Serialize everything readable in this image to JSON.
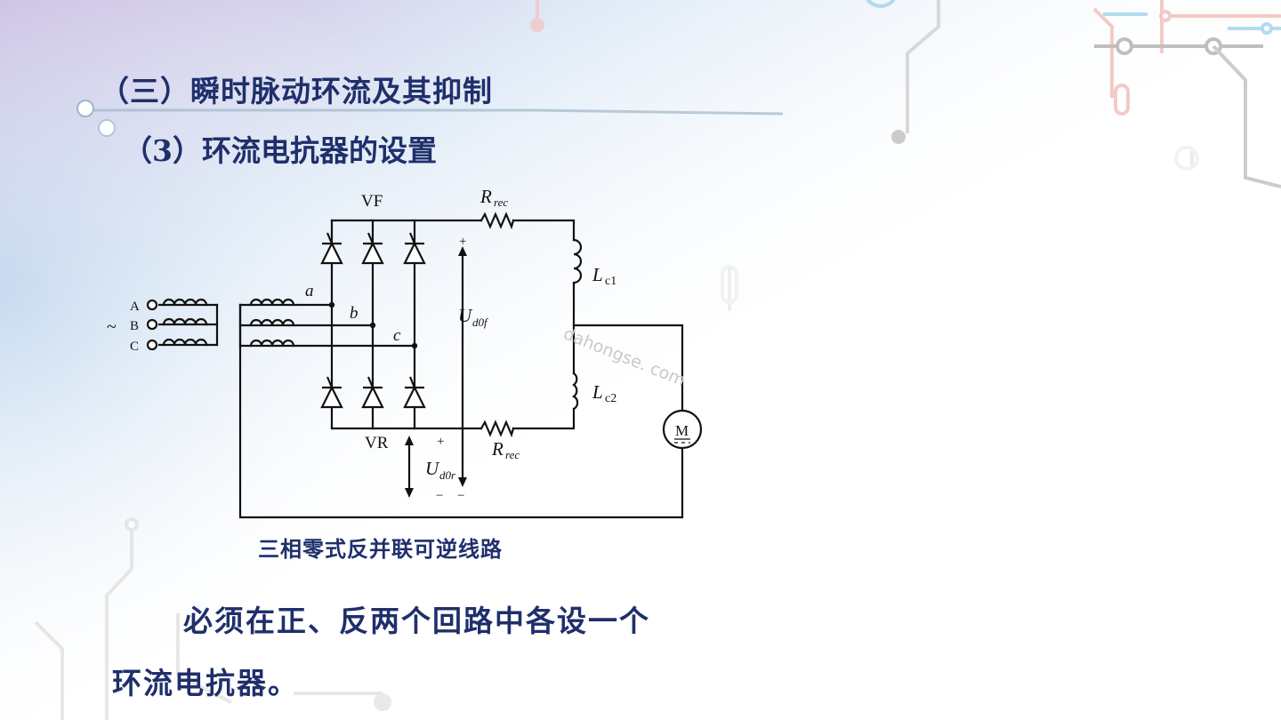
{
  "slide": {
    "title": "（三）瞬时脉动环流及其抑制",
    "subtitle": "（3）环流电抗器的设置",
    "caption": "三相零式反并联可逆线路",
    "body_line1": "必须在正、反两个回路中各设一个",
    "body_line2": "环流电抗器。"
  },
  "diagram": {
    "labels": {
      "vf": "VF",
      "vr": "VR",
      "r_rec_top_main": "R",
      "r_rec_top_sub": "rec",
      "r_rec_bottom_main": "R",
      "r_rec_bottom_sub": "rec",
      "lc1_main": "L",
      "lc1_sub": "c1",
      "lc2_main": "L",
      "lc2_sub": "c2",
      "ud0f_main": "U",
      "ud0f_sub": "d0f",
      "ud0r_main": "U",
      "ud0r_sub": "d0r",
      "phase_a": "A",
      "phase_b": "B",
      "phase_c": "C",
      "node_a": "a",
      "node_b": "b",
      "node_c": "c",
      "tilde": "~",
      "motor": "M",
      "plus_f": "+",
      "plus_r": "+",
      "minus_1": "−",
      "minus_2": "−"
    },
    "watermark": "dahongse. com"
  },
  "colors": {
    "text_primary": "#1f2f6b",
    "circuit": "#111111"
  }
}
